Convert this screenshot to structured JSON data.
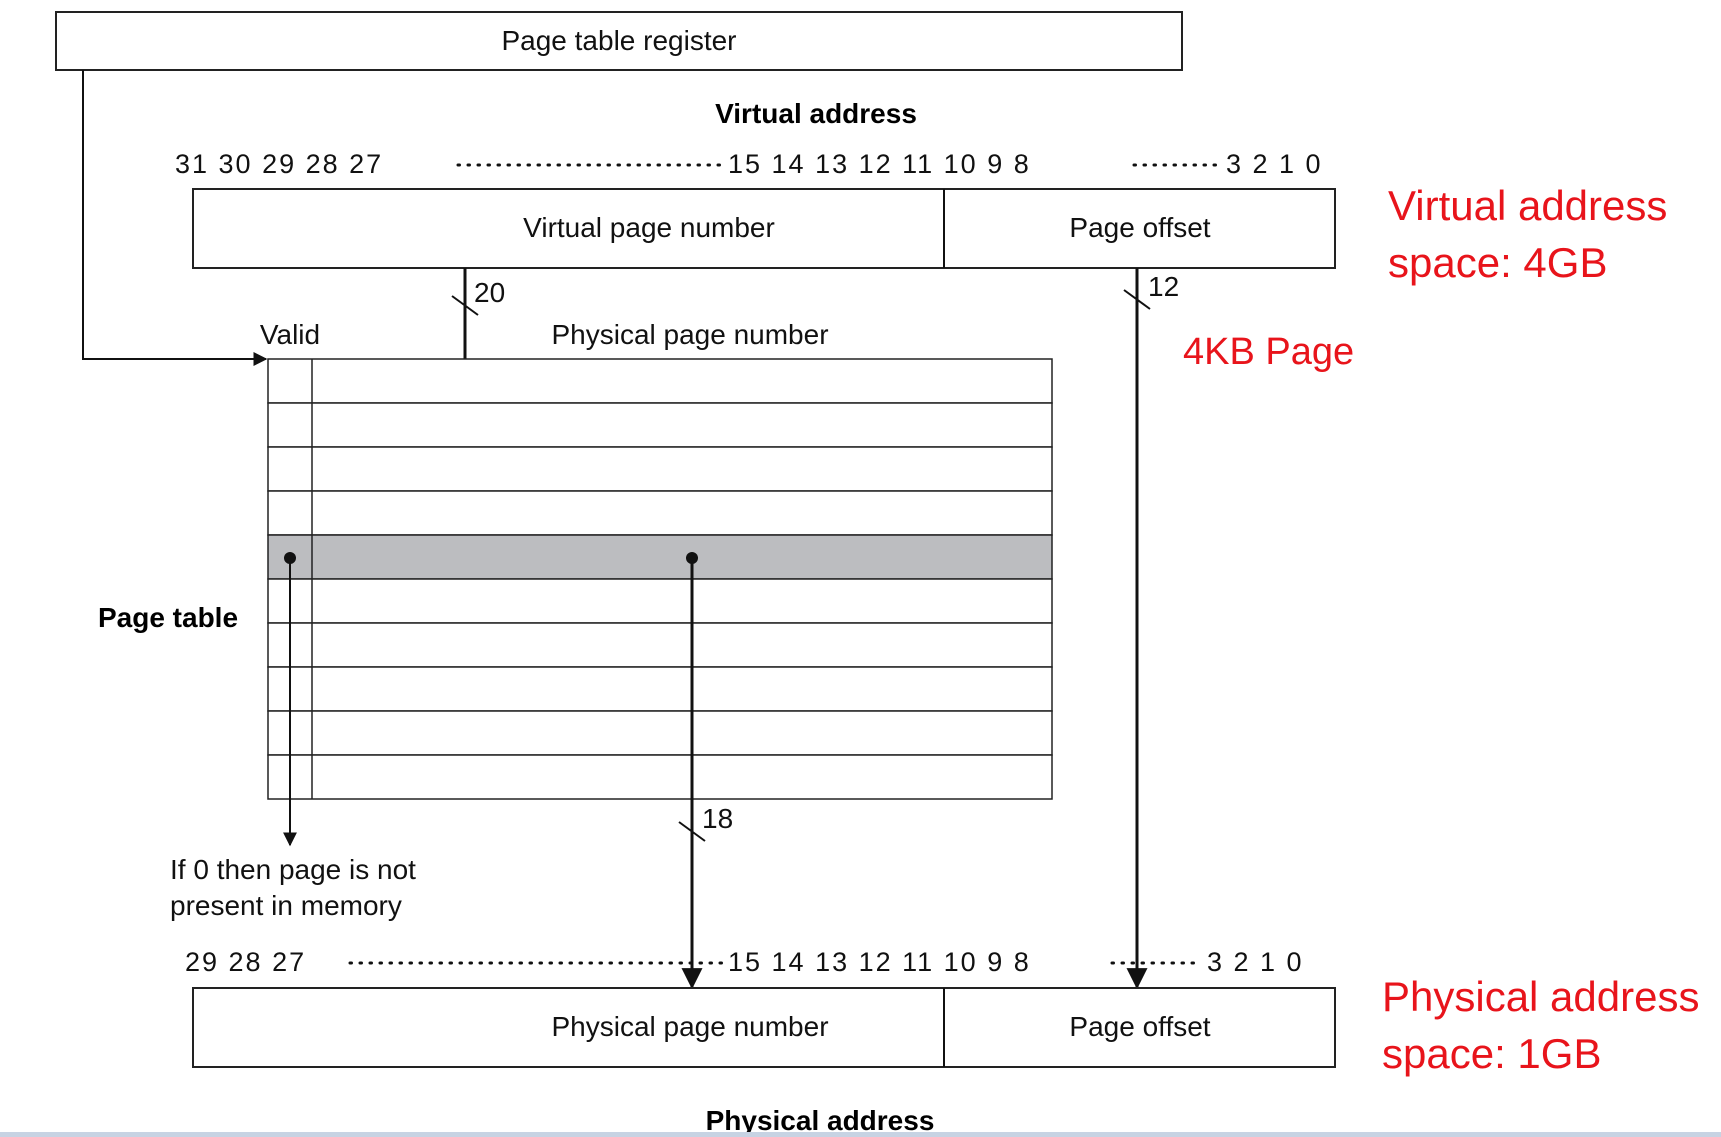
{
  "labels": {
    "page_table_register": "Page table register",
    "virtual_address": "Virtual address",
    "virtual_page_number": "Virtual page number",
    "page_offset_virtual": "Page offset",
    "bits_virtual_left": "31 30 29 28 27",
    "bits_virtual_mid": "15 14 13 12 11 10 9 8",
    "bits_virtual_right": "3 2 1 0",
    "bus_vpn": "20",
    "bus_offset": "12",
    "valid": "Valid",
    "physical_page_number_header": "Physical page number",
    "page_table": "Page table",
    "bus_ppn": "18",
    "not_present_line1": "If 0 then page is not",
    "not_present_line2": "present in memory",
    "bits_physical_left": "29 28 27",
    "bits_physical_mid": "15 14 13 12 11 10 9 8",
    "bits_physical_right": "3 2 1 0",
    "physical_page_number": "Physical page number",
    "page_offset_physical": "Page offset",
    "physical_address": "Physical address"
  },
  "annotations": {
    "virtual_space_line1": "Virtual address",
    "virtual_space_line2": "space: 4GB",
    "page_size": "4KB Page",
    "physical_space_line1": "Physical address",
    "physical_space_line2": "space: 1GB"
  },
  "page_table": {
    "row_count": 10,
    "highlighted_row": 5
  },
  "colors": {
    "annotation": "#e8141b",
    "highlight_row": "#bcbdc0",
    "bottom_bar": "#c7d3e3"
  }
}
